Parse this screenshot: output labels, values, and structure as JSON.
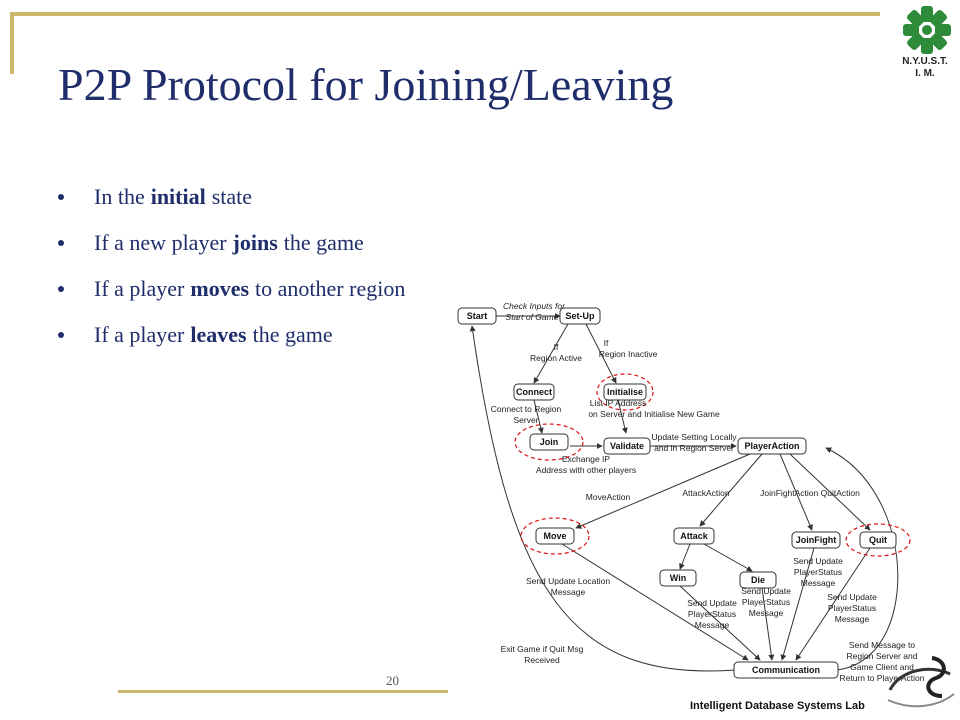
{
  "title": "P2P Protocol for Joining/Leaving",
  "logo": {
    "line1": "N.Y.U.S.T.",
    "line2": "I. M."
  },
  "bullets": [
    {
      "pre": "In the",
      "bold": "initial",
      "post": "state"
    },
    {
      "pre": "If a new player",
      "bold": "joins",
      "post": "the game"
    },
    {
      "pre": "If a player",
      "bold": "moves",
      "post": "to another region"
    },
    {
      "pre": "If a player",
      "bold": "leaves",
      "post": "the game"
    }
  ],
  "diagram": {
    "nodes": {
      "start": "Start",
      "setup": "Set-Up",
      "connect": "Connect",
      "initialise": "Initialise",
      "join": "Join",
      "validate": "Validate",
      "playeraction": "PlayerAction",
      "move": "Move",
      "attack": "Attack",
      "joinfight": "JoinFight",
      "quit": "Quit",
      "win": "Win",
      "die": "Die",
      "communication": "Communication"
    },
    "labels": {
      "check_inputs_1": "Check Inputs for",
      "check_inputs_2": "Start of Game",
      "if_active_1": "If",
      "if_active_2": "Region Active",
      "if_inactive_1": "If",
      "if_inactive_2": "Region Inactive",
      "connect_server_1": "Connect to Region",
      "connect_server_2": "Server",
      "list_ip_1": "List IP Address",
      "list_ip_2": "on Server and Initialise New Game",
      "update_setting_1": "Update Setting Locally",
      "update_setting_2": "and in Region Server",
      "exchange_ip_1": "Exchange IP",
      "exchange_ip_2": "Address with other players",
      "move_action": "MoveAction",
      "attack_action": "AttackAction",
      "joinfight_quit": "JoinFightAction QuitAction",
      "send_location_1": "Send Update Location",
      "send_location_2": "Message",
      "win_status_1": "Send Update",
      "win_status_2": "PlayerStatus",
      "win_status_3": "Message",
      "die_status_1": "Send Update",
      "die_status_2": "PlayerStatus",
      "die_status_3": "Message",
      "joinfight_status_1": "Send Update",
      "joinfight_status_2": "PlayerStatus",
      "joinfight_status_3": "Message",
      "quit_status_1": "Send Update",
      "quit_status_2": "PlayerStatus",
      "quit_status_3": "Message",
      "send_msg_1": "Send Message to",
      "send_msg_2": "Region Server and",
      "send_msg_3": "Game Client and",
      "send_msg_4": "Return to PlayerAction",
      "exit_game_1": "Exit Game if Quit Msg",
      "exit_game_2": "Received"
    }
  },
  "footer": {
    "page_number": "20",
    "lab_name": "Intelligent Database Systems Lab"
  },
  "colors": {
    "title": "#1f2d6b",
    "frame": "#c9b66b",
    "highlight": "#d11111"
  }
}
